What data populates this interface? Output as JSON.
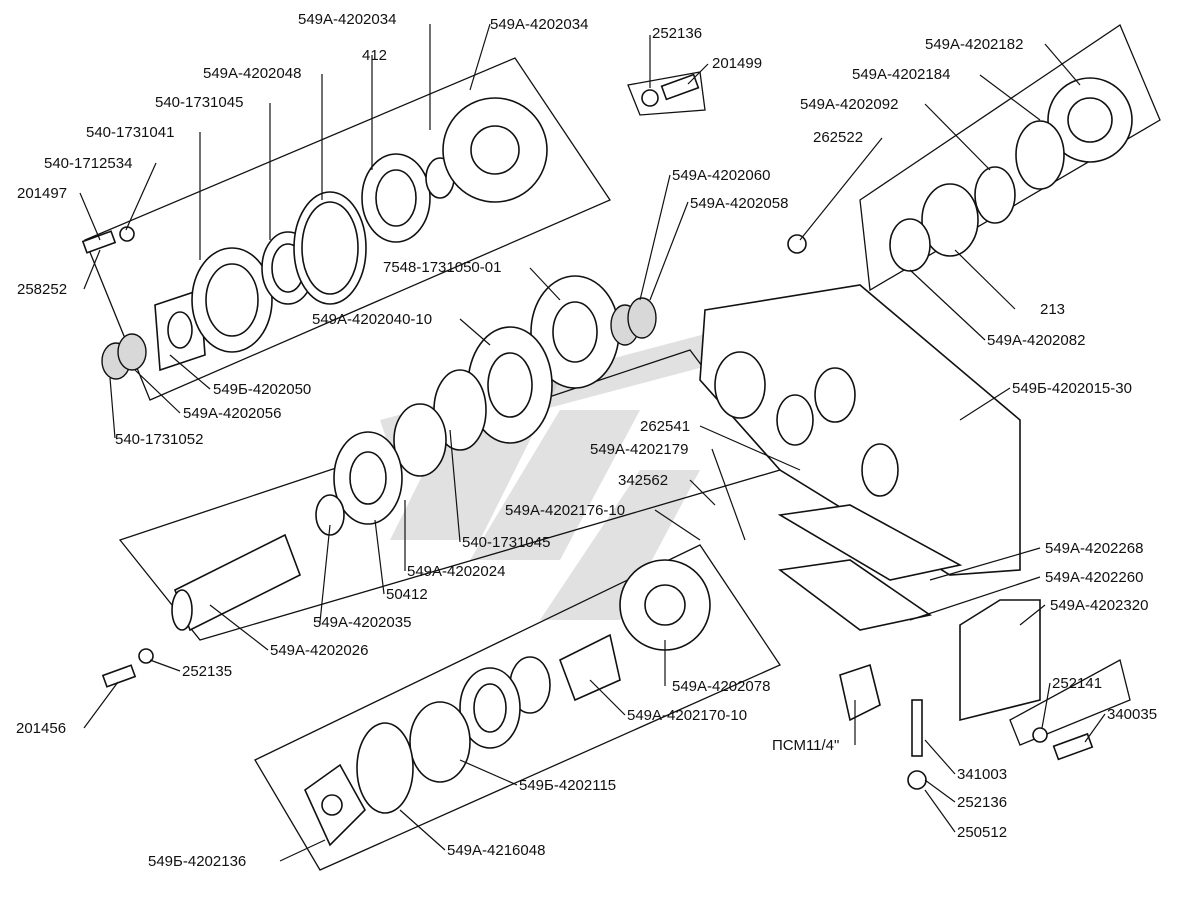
{
  "labels": [
    "549А-4202034",
    "549А-4202034",
    "412",
    "549А-4202048",
    "540-1731045",
    "540-1731041",
    "540-1712534",
    "201497",
    "258252",
    "252136",
    "201499",
    "549А-4202182",
    "549А-4202184",
    "549А-4202092",
    "262522",
    "213",
    "549А-4202082",
    "549А-4202060",
    "549А-4202058",
    "7548-1731050-01",
    "549А-4202040-10",
    "549Б-4202050",
    "549А-4202056",
    "540-1731052",
    "549Б-4202015-30",
    "262541",
    "549А-4202179",
    "342562",
    "549А-4202176-10",
    "540-1731045",
    "549А-4202024",
    "50412",
    "549А-4202035",
    "549А-4202026",
    "549А-4202268",
    "549А-4202260",
    "549А-4202320",
    "252135",
    "201456",
    "549А-4202078",
    "549А-4202170-10",
    "252141",
    "340035",
    "ПСМ11/4\"",
    "341003",
    "252136",
    "250512",
    "549Б-4202115",
    "549Б-4202136",
    "549А-4216048"
  ],
  "icons": [
    "gear-icon",
    "bearing-icon",
    "seal-ring-icon",
    "cover-plate-icon",
    "bolt-icon",
    "washer-icon",
    "housing-icon",
    "shaft-icon",
    "bracket-icon",
    "plug-icon"
  ]
}
